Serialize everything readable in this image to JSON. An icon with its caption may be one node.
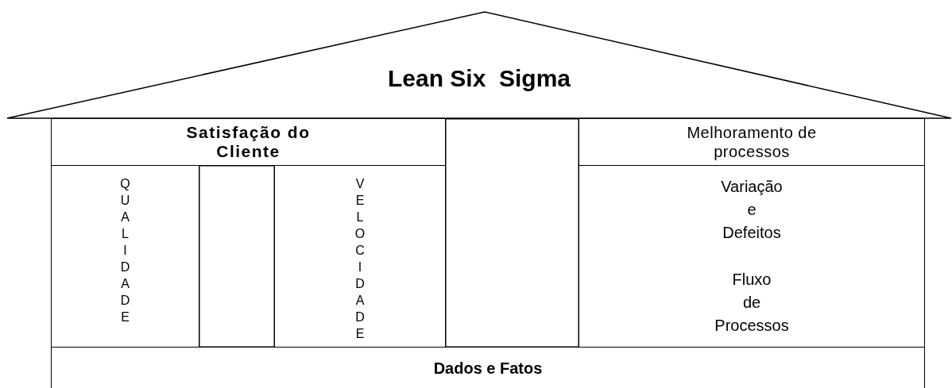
{
  "diagram": {
    "nodes": [
      {
        "text": [
          "Lean Six  Sigma"
        ]
      },
      {
        "text": [
          "Satisfação do Cliente"
        ]
      },
      {
        "text": [
          "QUALIDADE"
        ]
      },
      {
        "text": [],
        "shape": "box"
      },
      {
        "text": [
          "VELOCIDADE"
        ]
      },
      {
        "text": [],
        "shape": "box"
      },
      {
        "text": [
          "Melhoramento de processos"
        ]
      },
      {
        "text": [
          "Variação e Defeitos",
          "Fluxo de Processos"
        ]
      },
      {
        "text": [
          "Dados e Fatos"
        ]
      }
    ]
  }
}
